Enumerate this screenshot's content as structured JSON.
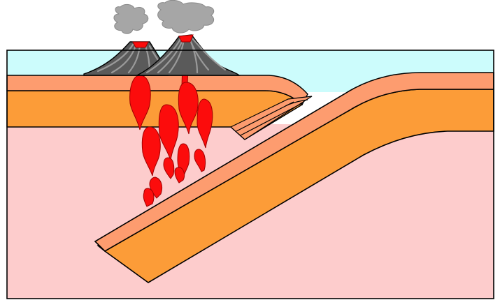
{
  "diagram": {
    "kind": "subduction-zone-cross-section",
    "labels": [],
    "colors": {
      "ocean": "#ccfcfc",
      "mantle": "#fdcccc",
      "upper_crust": "#fd9c6f",
      "lower_crust": "#fc9c38",
      "magma": "#fc0c0c",
      "magma_outline": "#b00000",
      "volcano_cone": "#5a5a5a",
      "volcano_streaks": "#9a9a9a",
      "ash_plume": "#a6a6a6",
      "outline": "#000000"
    },
    "elements": [
      "ocean-layer",
      "mantle-layer",
      "continental-crust",
      "subducting-oceanic-plate",
      "volcano-left",
      "volcano-right",
      "ash-plume-left",
      "ash-plume-right",
      "magma-conduits",
      "magma-blobs"
    ]
  }
}
